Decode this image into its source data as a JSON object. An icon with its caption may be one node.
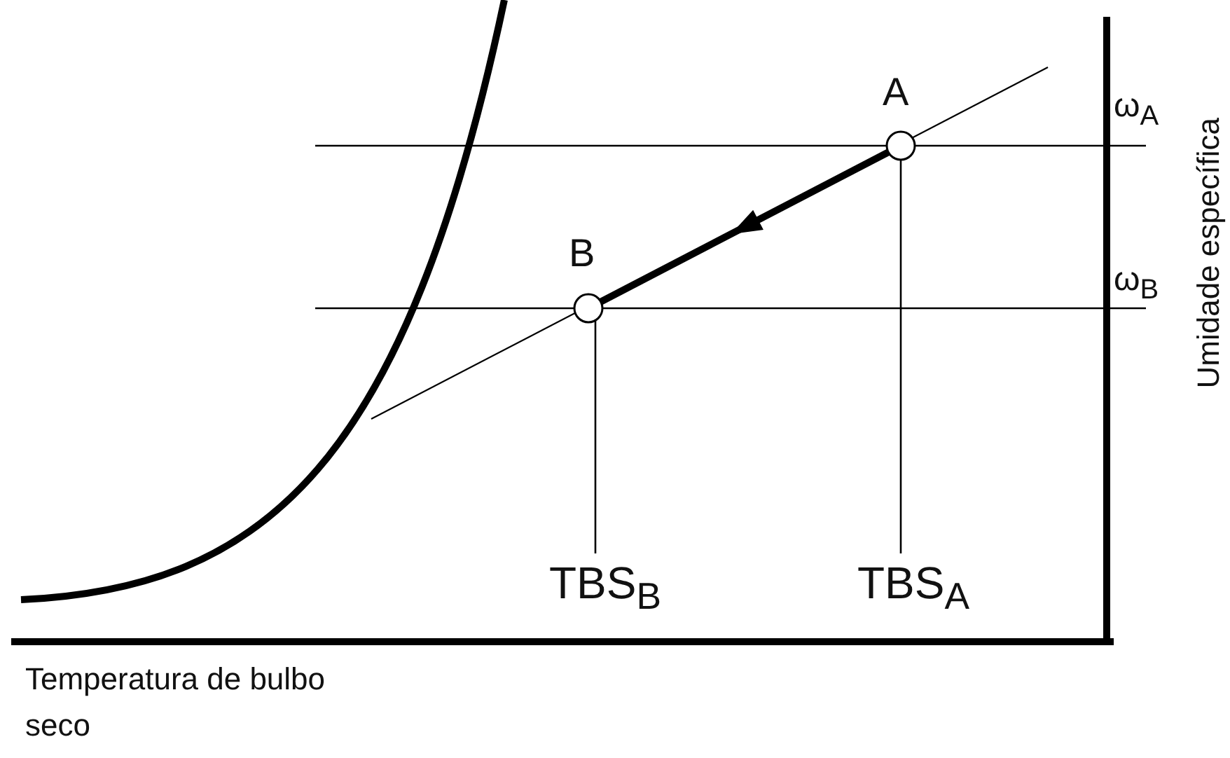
{
  "diagram": {
    "nodes": [
      {
        "text": [],
        "shape": "circle",
        "beside": [
          "A"
        ]
      },
      {
        "text": [],
        "shape": "circle",
        "beside": [
          "B"
        ]
      }
    ],
    "edges": [
      {
        "from": 0,
        "to": 1,
        "arrow": "to"
      }
    ],
    "labels": [
      "ω$_{A}$",
      "ω$_{B}$",
      "TBS$_{B}$",
      "TBS$_{A}$",
      "Umidade específica",
      "Temperatura de bulbo seco"
    ]
  }
}
